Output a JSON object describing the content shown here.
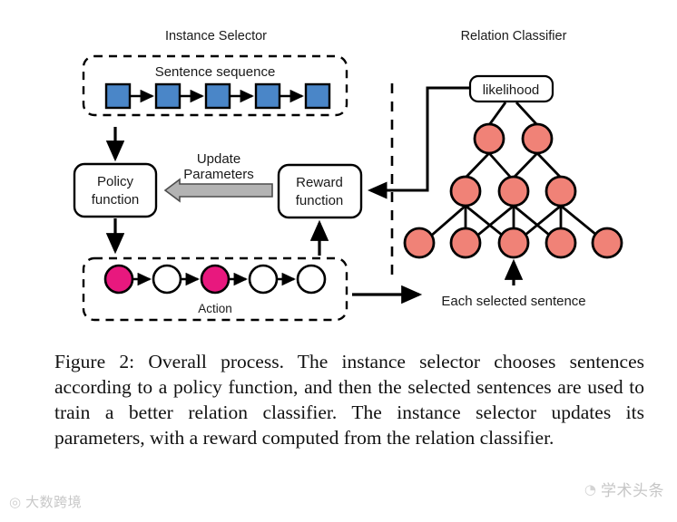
{
  "figure": {
    "panels": {
      "left_title": "Instance Selector",
      "right_title": "Relation Classifier"
    },
    "sentence_box": {
      "label": "Sentence sequence",
      "node_count": 5,
      "node_color": "#4a86c8"
    },
    "policy_box": {
      "line1": "Policy",
      "line2": "function"
    },
    "reward_box": {
      "line1": "Reward",
      "line2": "function"
    },
    "update_arrow": {
      "line1": "Update",
      "line2": "Parameters",
      "arrow_color": "#b3b3b3"
    },
    "action_box": {
      "label": "Action",
      "node_count": 5,
      "selected_color": "#e8187e",
      "unselected_color": "#ffffff",
      "states": [
        "selected",
        "unselected",
        "selected",
        "unselected",
        "unselected"
      ]
    },
    "likelihood_box": {
      "label": "likelihood"
    },
    "classifier": {
      "node_color": "#f08277",
      "layers": [
        2,
        3,
        5
      ],
      "caption_arrow_label": "Each selected sentence"
    }
  },
  "caption": {
    "text": "Figure 2: Overall process. The instance selector chooses sentences according to a policy function, and then the selected sentences are used to train a better relation classifier. The instance selector updates its parameters, with a reward computed from the relation classifier."
  },
  "watermarks": {
    "left": {
      "mark": "◎",
      "text": "大数跨境"
    },
    "right": {
      "mark": "◔",
      "text": "学术头条"
    }
  }
}
